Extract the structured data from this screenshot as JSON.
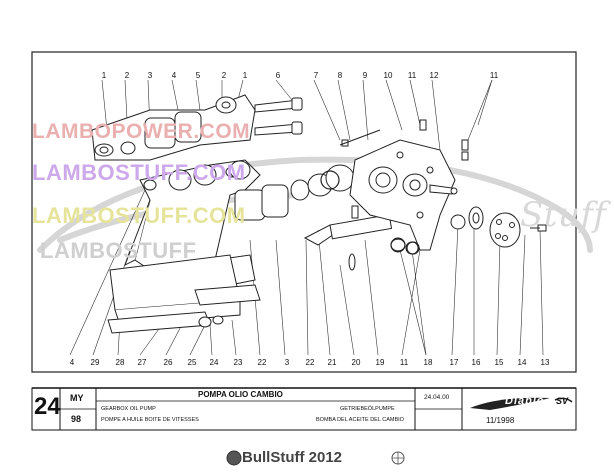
{
  "drawing": {
    "callouts_top": [
      "1",
      "2",
      "3",
      "4",
      "5",
      "2",
      "1",
      "6",
      "7",
      "8",
      "9",
      "10",
      "11",
      "12",
      "11"
    ],
    "callouts_bottom": [
      "4",
      "29",
      "28",
      "27",
      "26",
      "25",
      "24",
      "23",
      "22",
      "3",
      "22",
      "21",
      "20",
      "19",
      "11",
      "18",
      "17",
      "16",
      "15",
      "14",
      "13"
    ]
  },
  "watermarks": {
    "line1": "LAMBOPOWER.COM",
    "line2": "LAMBOSTUFF.COM",
    "line3": "LAMBOSTUFF.COM",
    "line4": "LAMBOSTUFF",
    "side_script": "Stuff"
  },
  "title_block": {
    "page_number": "24",
    "my_label": "MY",
    "my_value": "98",
    "title_it": "POMPA OLIO CAMBIO",
    "title_en": "GEARBOX OIL PUMP",
    "title_fr": "POMPE A HUILE BOITE DE VITESSES",
    "title_de": "GETRIEBEÖLPUMPE",
    "title_es": "BOMBA DEL ACEITE DEL CAMBIO",
    "date": "24.04.00",
    "logo_text": "Diablo",
    "logo_suffix": "SV",
    "edition": "11/1998"
  },
  "footer": {
    "credit": "BullStuff 2012"
  },
  "colors": {
    "line": "#222222",
    "wm_red": "#e8a8a8",
    "wm_purple": "#c9a6e6",
    "wm_yellow": "#e8e89a",
    "wm_gray": "#cfcfcf"
  }
}
